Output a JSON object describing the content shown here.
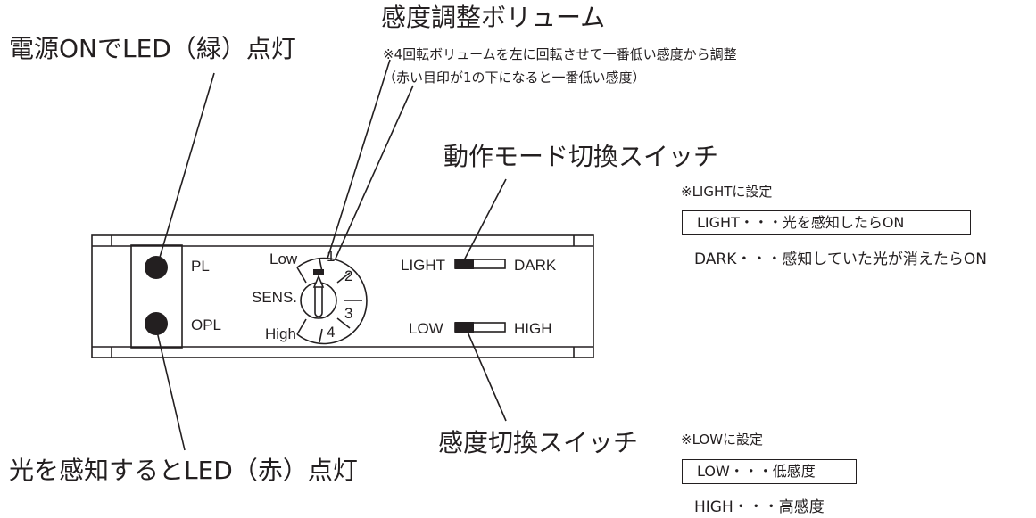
{
  "callouts": {
    "power_led": "電源ONでLED（緑）点灯",
    "detect_led": "光を感知するとLED（赤）点灯",
    "sens_volume_title": "感度調整ボリューム",
    "sens_volume_note1": "※4回転ボリュームを左に回転させて一番低い感度から調整",
    "sens_volume_note2": "（赤い目印が1の下になると一番低い感度）",
    "mode_switch_title": "動作モード切換スイッチ",
    "sens_switch_title": "感度切換スイッチ"
  },
  "mode_setting": {
    "note": "※LIGHTに設定",
    "selected": "LIGHT・・・光を感知したらON",
    "other": "DARK・・・感知していた光が消えたらON"
  },
  "sens_setting": {
    "note": "※LOWに設定",
    "selected": "LOW・・・低感度",
    "other": "HIGH・・・高感度"
  },
  "panel": {
    "led_top_label": "PL",
    "led_bottom_label": "OPL",
    "sens_label": "SENS.",
    "dial_low": "Low",
    "dial_high": "High",
    "dial_numbers": [
      "1",
      "2",
      "3",
      "4"
    ],
    "switch1_left": "LIGHT",
    "switch1_right": "DARK",
    "switch2_left": "LOW",
    "switch2_right": "HIGH"
  }
}
